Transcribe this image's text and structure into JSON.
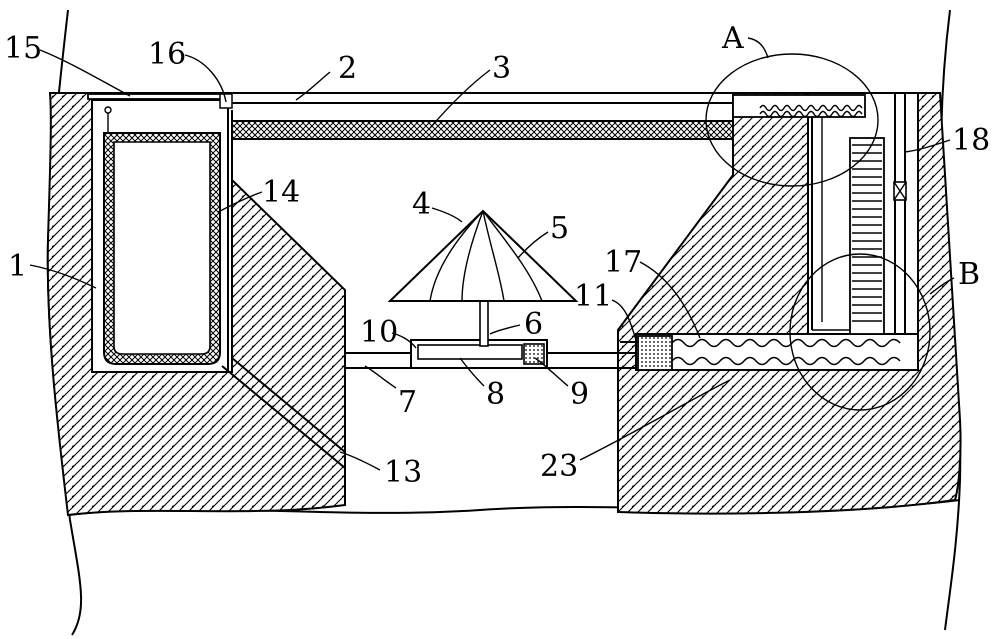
{
  "labels": {
    "n1": "1",
    "n2": "2",
    "n3": "3",
    "n4": "4",
    "n5": "5",
    "n6": "6",
    "n7": "7",
    "n8": "8",
    "n9": "9",
    "n10": "10",
    "n11": "11",
    "n13": "13",
    "n14": "14",
    "n15": "15",
    "n16": "16",
    "n17": "17",
    "n18": "18",
    "n23": "23",
    "detail_a": "A",
    "detail_b": "B"
  }
}
